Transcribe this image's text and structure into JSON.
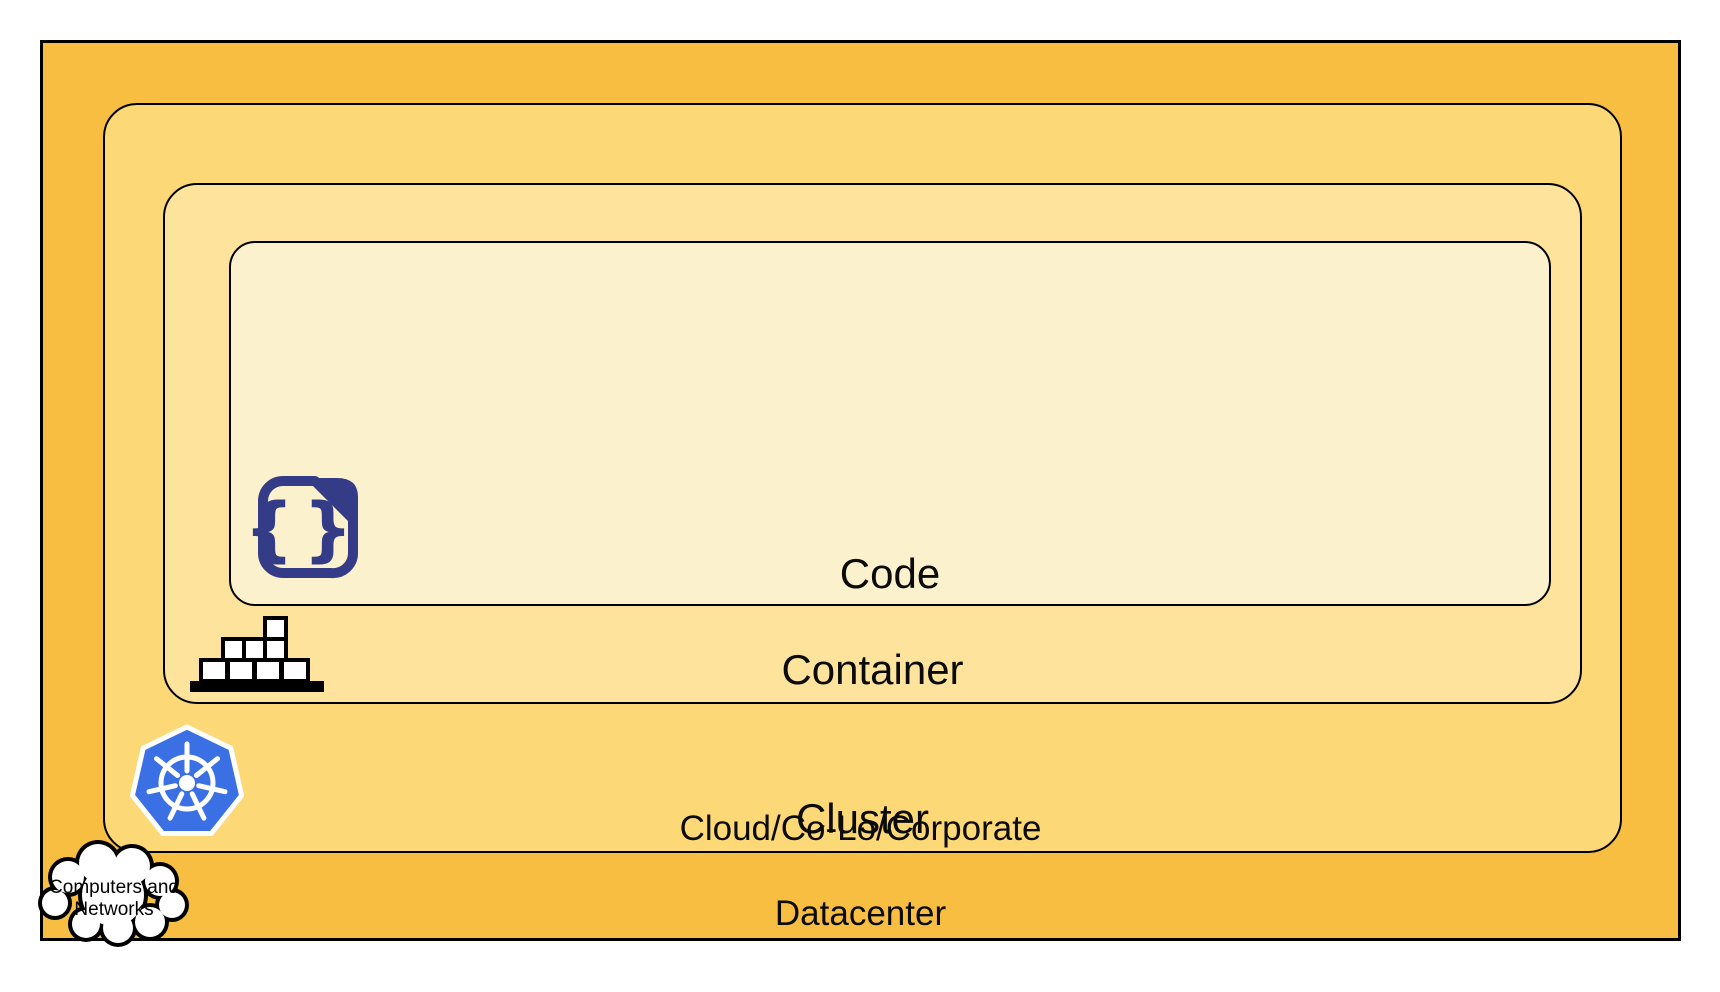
{
  "layers": {
    "datacenter": {
      "label_line1": "Cloud/Co-Lo/Corporate",
      "label_line2": "Datacenter",
      "fill": "#F7BE42"
    },
    "cluster": {
      "label": "Cluster",
      "fill": "#FDD876"
    },
    "container": {
      "label": "Container",
      "fill": "#FDE39B"
    },
    "code": {
      "label": "Code",
      "fill": "#FCF1CD"
    }
  },
  "callout": {
    "line1": "Computers and",
    "line2": "Networks",
    "fill": "#FFFFFF"
  },
  "icons": {
    "code_file": {
      "name": "code-file-icon",
      "glyph": "{}",
      "color": "#343B87"
    },
    "container_stack": {
      "name": "container-stack-icon",
      "color": "#000000"
    },
    "kubernetes": {
      "name": "kubernetes-icon",
      "color": "#3B70E5"
    },
    "cloud": {
      "name": "cloud-icon",
      "outline": "#000000"
    }
  },
  "colors": {
    "border": "#000000",
    "page_background": "#FFFFFF"
  }
}
